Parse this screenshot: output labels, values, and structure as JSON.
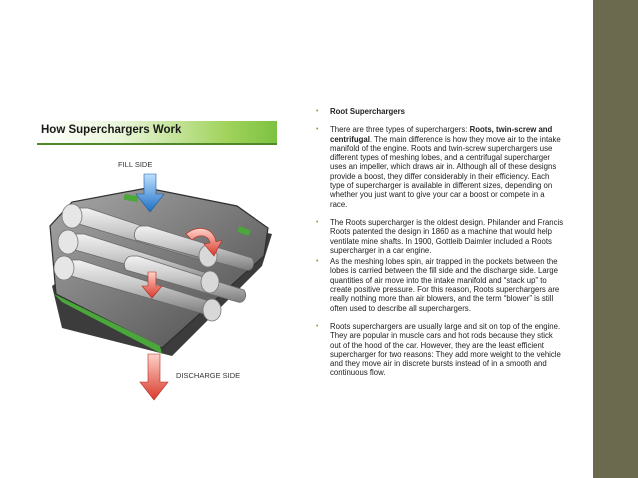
{
  "figure": {
    "title": "How Superchargers Work",
    "fill_label": "FILL SIDE",
    "discharge_label": "DISCHARGE SIDE"
  },
  "bullets": [
    {
      "text": "Root Superchargers"
    },
    {
      "pre": "There are three types of superchargers: ",
      "bold": "Roots, twin-screw and centrifugal",
      "post": ". The main difference is how they move air to the intake manifold of the engine. Roots and twin-screw superchargers use different types of meshing lobes, and a centrifugal supercharger uses an impeller, which draws air in. Although all of these designs provide a boost, they differ considerably in their efficiency. Each type of supercharger is available in different sizes, depending on whether you just want to give your car a boost or compete in a race."
    },
    {
      "text": "The Roots supercharger is the oldest design. Philander and Francis Roots patented the design in 1860 as a machine that would help ventilate mine shafts. In 1900, Gottleib Daimler included a Roots supercharger in a car engine."
    },
    {
      "text": "As the meshing lobes spin, air trapped in the pockets between the lobes is carried between the fill side and the discharge side. Large quantities of air move into the intake manifold and “stack up” to create positive pressure. For this reason, Roots superchargers are really nothing more than air blowers, and the term “blower” is still often used to describe all superchargers."
    },
    {
      "text": "Roots superchargers are usually large and sit on top of the engine. They are popular in muscle cars and hot rods because they stick out of the hood of the car. However, they are the least efficient supercharger for two reasons: They add more weight to the vehicle and they move air in discrete bursts instead of in a smooth and continuous flow."
    }
  ],
  "bullet_glyph": "•",
  "colors": {
    "right_bar": "#6b6a4e",
    "bullet": "#b08b4a",
    "banner_green": "#7cc242",
    "fill_arrow": "#2f7fd0",
    "discharge_arrow": "#e0453a"
  }
}
